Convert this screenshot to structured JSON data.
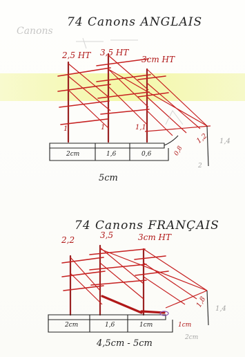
{
  "top": {
    "ghost_text": "Canons",
    "title": "74 Canons ANGLAIS",
    "mast_heights": [
      "2,5 HT",
      "3,5 HT",
      "3cm HT"
    ],
    "mast_marks": [
      "1",
      "1",
      "1,1"
    ],
    "hull_lengths": [
      "2cm",
      "1,6",
      "0,6"
    ],
    "bow_marks": [
      "0,8",
      "1,2"
    ],
    "side_mark": "1,4",
    "extra_mark": "2",
    "total_length": "5cm"
  },
  "bottom": {
    "title": "74 Canons FRANÇAIS",
    "mast_heights": [
      "2,2",
      "3,5",
      "3cm HT"
    ],
    "hull_lengths": [
      "2cm",
      "1,6",
      "1cm"
    ],
    "bow_marks": [
      "1,8",
      "1cm"
    ],
    "side_mark": "1,4",
    "faint_mark": "2cm",
    "total_length": "4,5cm - 5cm"
  },
  "colors": {
    "ink": "#222222",
    "red": "#c62020"
  }
}
